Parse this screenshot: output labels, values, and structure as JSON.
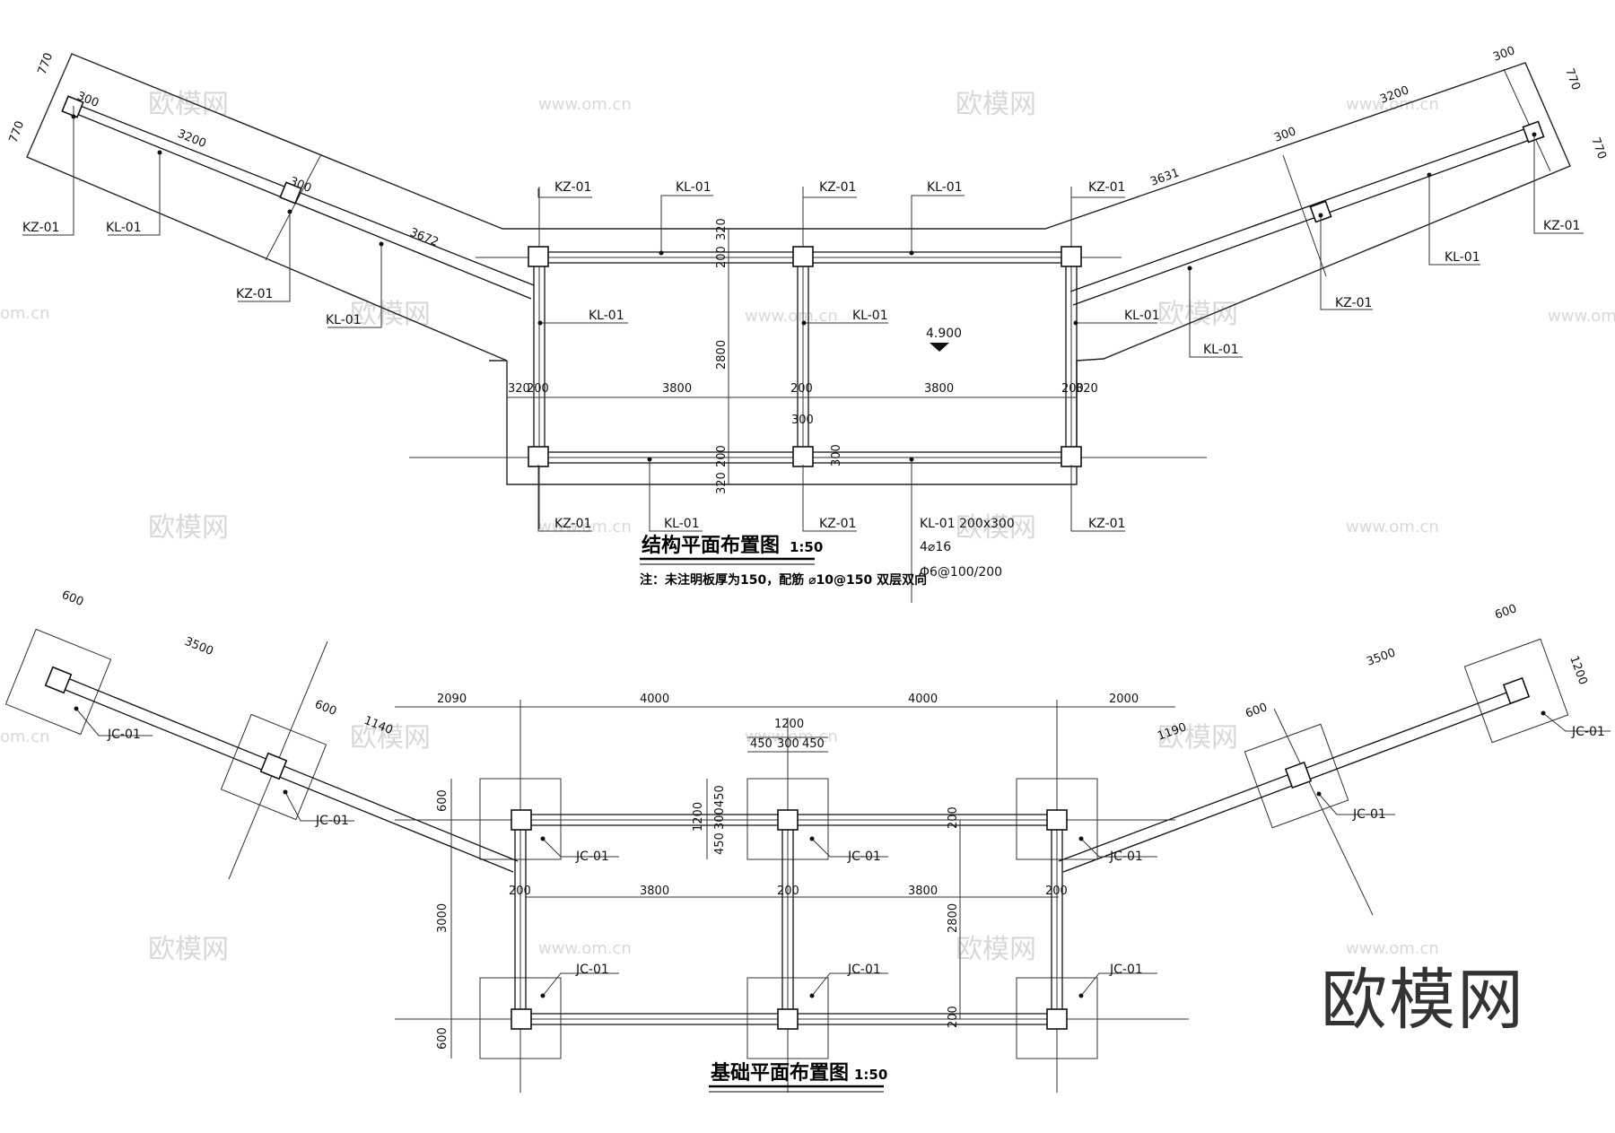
{
  "watermark": {
    "logo": "欧模网",
    "url": "www.om.cn",
    "url_short": "om.cn",
    "brand": "欧模网"
  },
  "plan1": {
    "title": "结构平面布置图",
    "scale": "1:50",
    "note": "注：未注明板厚为150，配筋 ⌀10@150 双层双向",
    "elevation": "4.900",
    "beam_spec": {
      "name": "KL-01",
      "size": "200x300",
      "rebar_main": "4⌀16",
      "rebar_stirrup": "Φ6@100/200"
    },
    "labels": {
      "kz": "KZ-01",
      "kl": "KL-01"
    },
    "dims": {
      "d3800": "3800",
      "d2800": "2800",
      "d200": "200",
      "d320": "320",
      "d300": "300",
      "d3200": "3200",
      "d3672": "3672",
      "d3631": "3631",
      "d770": "770"
    }
  },
  "plan2": {
    "title": "基础平面布置图",
    "scale": "1:50",
    "labels": {
      "jc": "JC-01"
    },
    "dims": {
      "d2090": "2090",
      "d4000": "4000",
      "d2000": "2000",
      "d1200": "1200",
      "d450": "450",
      "d300": "300",
      "d3800": "3800",
      "d200": "200",
      "d3000": "3000",
      "d2800": "2800",
      "d600": "600",
      "d3500": "3500",
      "d1140": "1140",
      "d1190": "1190"
    }
  }
}
